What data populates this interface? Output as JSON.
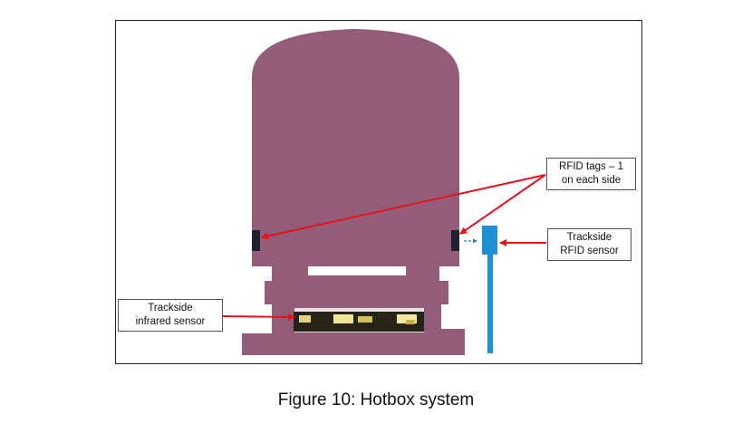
{
  "diagram": {
    "labels": {
      "rfid_tags": [
        "RFID tags – 1",
        "on each side"
      ],
      "trackside_rfid_sensor": [
        "Trackside",
        "RFID sensor"
      ],
      "trackside_infrared_sensor": [
        "Trackside",
        "infrared sensor"
      ]
    },
    "colors": {
      "vehicle_body": "#935c78",
      "arrow": "#e8101a",
      "rfid_sensor": "#1f8fd6",
      "frame": "#222222"
    }
  },
  "caption": "Figure 10: Hotbox system"
}
